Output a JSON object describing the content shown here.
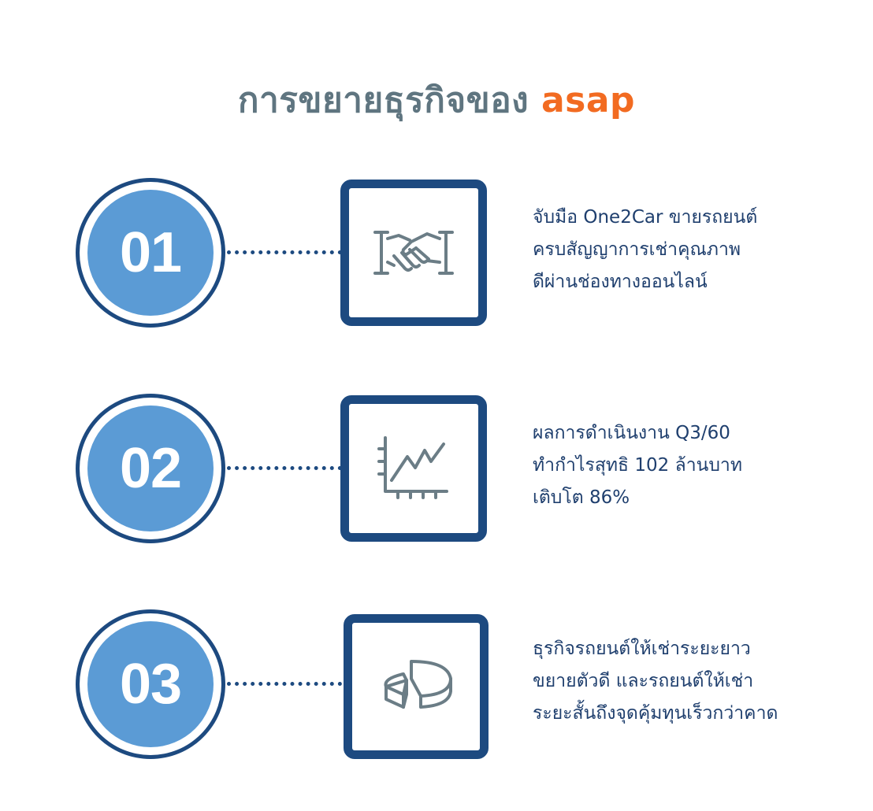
{
  "header": {
    "title_thai": "การขยายธุรกิจของ",
    "title_brand": "asap"
  },
  "colors": {
    "title_gray": "#5f7580",
    "brand_orange": "#f26b21",
    "navy": "#1d4a80",
    "circle_blue": "#5b9bd5",
    "icon_gray": "#6b7d86",
    "text_navy": "#1f3f6e"
  },
  "steps": [
    {
      "number": "01",
      "icon": "handshake-icon",
      "lines": [
        "จับมือ One2Car ขายรถยนต์",
        "ครบสัญญาการเช่าคุณภาพ",
        "ดีผ่านช่องทางออนไลน์"
      ]
    },
    {
      "number": "02",
      "icon": "line-chart-icon",
      "lines": [
        "ผลการดำเนินงาน Q3/60",
        "ทำกำไรสุทธิ 102 ล้านบาท",
        "เติบโต 86%"
      ]
    },
    {
      "number": "03",
      "icon": "pie-chart-3d-icon",
      "lines": [
        "ธุรกิจรถยนต์ให้เช่าระยะยาว",
        "ขยายตัวดี และรถยนต์ให้เช่า",
        "ระยะสั้นถึงจุดคุ้มทุนเร็วกว่าคาด"
      ]
    }
  ]
}
